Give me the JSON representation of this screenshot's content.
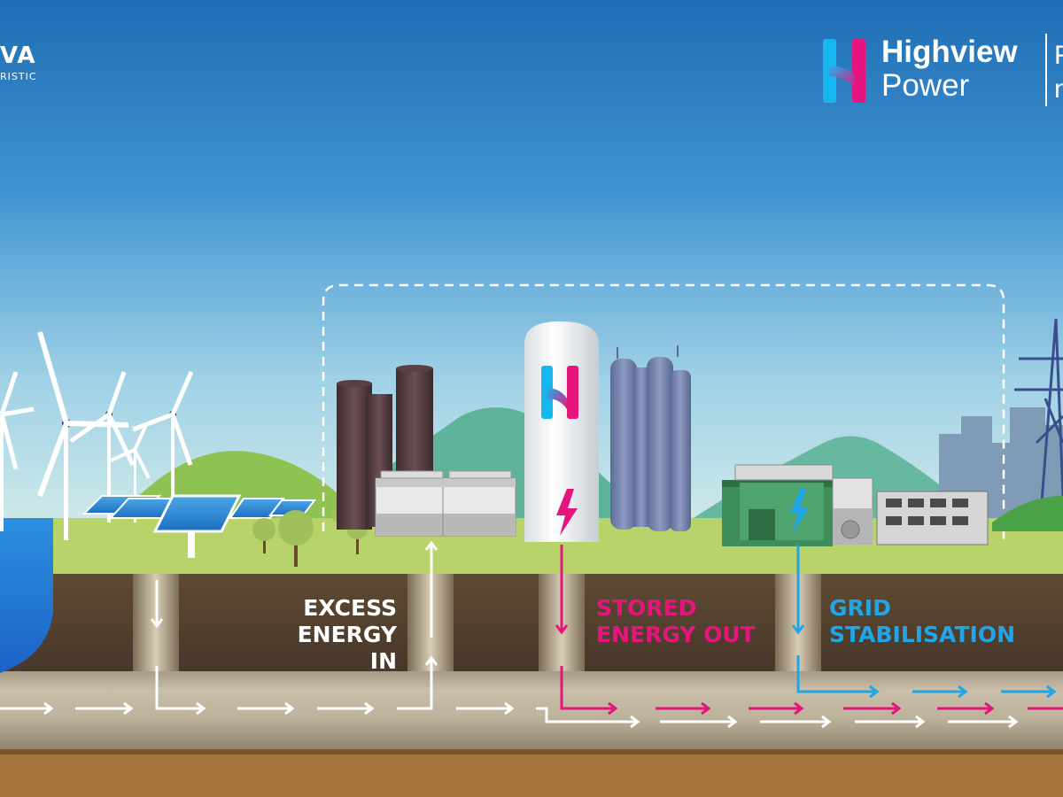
{
  "branding": {
    "left_logo_main": "VA",
    "left_logo_sub": "RISTIC",
    "company_name_line1": "Highview",
    "company_name_line2": "Power",
    "tagline_fragment_1": "F",
    "tagline_fragment_2": "n"
  },
  "tank_logo_letter": "H",
  "labels": {
    "excess_in_line1": "EXCESS",
    "excess_in_line2": "ENERGY IN",
    "stored_out_line1": "STORED",
    "stored_out_line2": "ENERGY OUT",
    "grid_line1": "GRID",
    "grid_line2": "STABILISATION"
  },
  "colors": {
    "sky_top": "#1f6db5",
    "sky_bottom": "#c4e3ec",
    "grass": "#b7d36a",
    "soil": "#5b4630",
    "pipe": "#bfb39c",
    "white_flow": "#ffffff",
    "stored_out": "#e6157e",
    "grid_stabilisation": "#1fa6e8"
  },
  "icons": [
    "wind-turbine-icon",
    "solar-panel-icon",
    "lightning-bolt-icon",
    "transmission-tower-icon",
    "h-logo-icon"
  ]
}
